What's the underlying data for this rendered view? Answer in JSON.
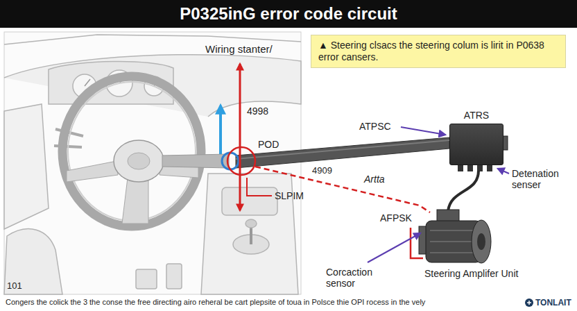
{
  "diagram": {
    "title": "P0325inG error code circuit",
    "caption": "Congers the colick the 3 the conse the free directing airo reheral be cart plepsite of toua in Polsce thie OPI rocess in the vely",
    "nodes": [
      {
        "text": [
          "▲ Steering clsacs the steering colum is lirit in P0638 error cansers."
        ]
      },
      {
        "text": [
          "ATRS"
        ]
      }
    ],
    "labels": [
      "Wiring stanter/",
      "4998",
      "POD",
      "SLPIM",
      "ATPSC",
      "4909",
      "Artta",
      "AFPSK",
      "Detenation senser",
      "Corcaction sensor",
      "Steering Amplifer Unit",
      "101",
      "TONLAIT"
    ]
  }
}
